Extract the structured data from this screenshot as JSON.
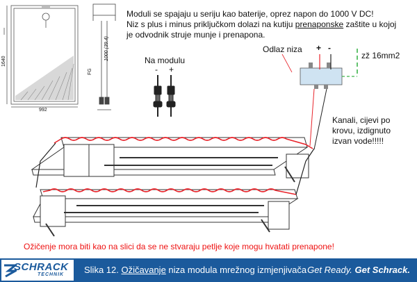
{
  "description": {
    "line1": "Moduli se spajaju u seriju kao baterije, oprez napon do 1000 V DC!",
    "line2_a": "Niz s plus i minus priključkom dolazi na kutiju ",
    "line2_b": "prenaponske",
    "line2_c": " zaštite u kojoj",
    "line3": "je odvodnik struje munje i prenapona."
  },
  "labels": {
    "na_modulu": "Na modulu",
    "minus": "-",
    "plus": "+",
    "odlaz_niza": "Odlaz niza",
    "box_plus": "+",
    "box_minus": "-",
    "ground": "zž 16mm2",
    "kanali_1": "Kanali, cijevi po",
    "kanali_2": "krovu, izdignuto",
    "kanali_3": "izvan vode!!!!!",
    "warning": "Ožičenje mora biti kao na slici da se ne stvaraju petlje koje mogu hvatati prenapone!"
  },
  "drawing": {
    "dim_1000": "1000 (39.4)",
    "dim_fg": "FG",
    "dim_1640": "1640",
    "dim_992": "992"
  },
  "footer": {
    "logo": "SCHRACK",
    "logo_sub": "TECHNIK",
    "caption_a": "Slika 12. ",
    "caption_b": "Ožičavanje",
    "caption_c": " niza modula mrežnog izmjenjivača",
    "tagline_a": "Get Ready. ",
    "tagline_b": "Get Schrack."
  },
  "colors": {
    "wire": "#e8232a",
    "ground": "#3cb34a",
    "brand": "#1b5a9c"
  }
}
